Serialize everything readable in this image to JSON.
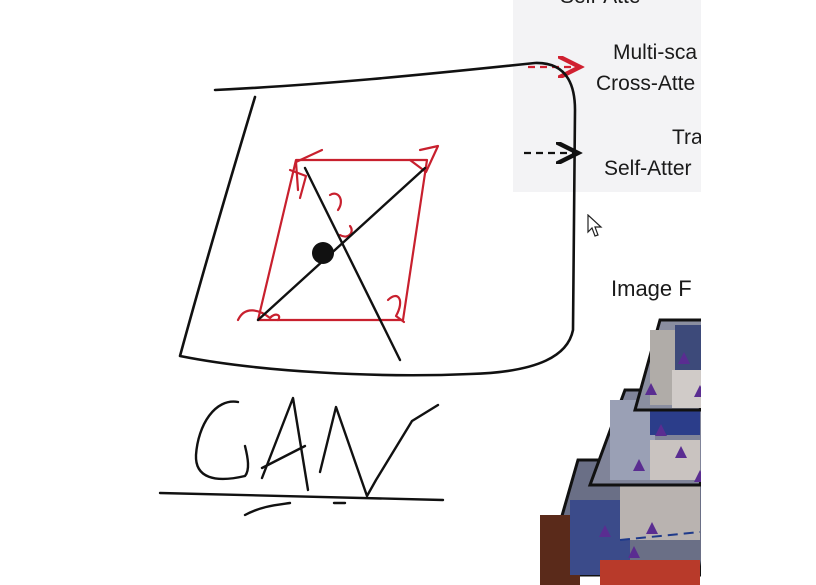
{
  "slide": {
    "top_label": "Self-Atte",
    "label1_line1": "Multi-sca",
    "label1_line2": "Cross-Atte",
    "label2_line1": "Tra",
    "label2_line2": "Self-Atter",
    "image_features_label": "Image F"
  },
  "handwriting": {
    "text": "GAN",
    "stroke_color": "#111111",
    "box_color": "#c8202e"
  },
  "feature_markers": {
    "color": "#5a2d91",
    "count": 10
  }
}
